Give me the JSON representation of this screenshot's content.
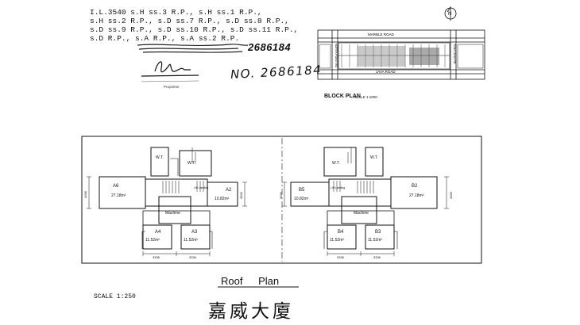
{
  "header": {
    "lot_lines": [
      "I.L.3540 s.H ss.3 R.P., s.H ss.1 R.P.,",
      "s.H ss.2 R.P., s.D ss.7 R.P., s.D ss.8 R.P.,",
      "s.D ss.9 R.P., s.D ss.10 R.P., s.D ss.11 R.P.,",
      "s.D R.P., s.A R.P., s.A ss.2 R.P."
    ],
    "stamp_number": "2686184",
    "handwritten_number": "NO. 2686184",
    "proprietor_caption": "Proprietor"
  },
  "block_plan": {
    "title": "BLOCK PLAN",
    "scale": "SCALE 1:1000",
    "north_label": "N",
    "roads": [
      "MARBLE ROAD",
      "JAVA ROAD",
      "NORTH POINT RD",
      "TONG SHUI RD"
    ]
  },
  "roof_plan": {
    "title": "Roof Plan",
    "scale_text": "SCALE 1:250",
    "building_name": "嘉威大廈",
    "left_wing": {
      "units": [
        {
          "name": "A6",
          "area": "27.18m²"
        },
        {
          "name": "A2",
          "area": "10.82m²"
        },
        {
          "name": "A4",
          "area": "11.52m²"
        },
        {
          "name": "A3",
          "area": "11.52m²"
        }
      ],
      "wt_label": "W.T.",
      "machine_label": "Machine",
      "lift_label": "Lift Landing",
      "dims": [
        "4096",
        "3956",
        "3336",
        "3336"
      ]
    },
    "right_wing": {
      "units": [
        {
          "name": "B5",
          "area": "10.82m²"
        },
        {
          "name": "B2",
          "area": "27.18m²"
        },
        {
          "name": "B4",
          "area": "11.52m²"
        },
        {
          "name": "B3",
          "area": "11.52m²"
        }
      ],
      "wt_label": "W.T.",
      "machine_label": "Machine",
      "lift_label": "Lift Landing",
      "dims": [
        "3956",
        "4096",
        "3336",
        "3336"
      ]
    }
  },
  "colors": {
    "ink": "#111111",
    "background": "#ffffff"
  }
}
